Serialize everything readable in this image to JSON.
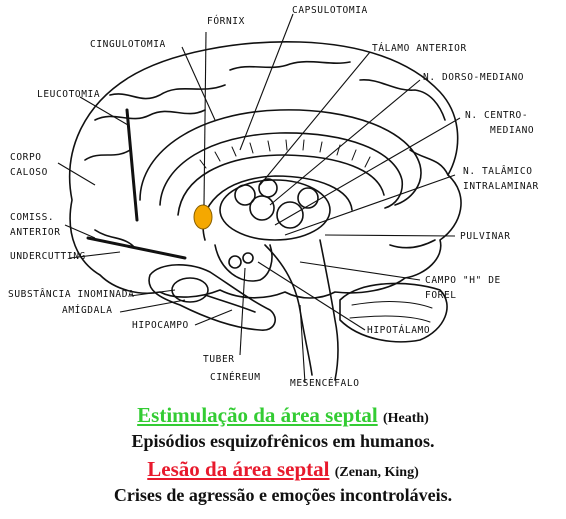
{
  "labels": {
    "fornix": "FÓRNIX",
    "capsulotomia": "CAPSULOTOMIA",
    "cingulotomia": "CINGULOTOMIA",
    "talamo_anterior": "TÁLAMO ANTERIOR",
    "n_dorso_mediano": "N. DORSO-MEDIANO",
    "leucotomia": "LEUCOTOMIA",
    "n_centro_mediano_1": "N. CENTRO-",
    "n_centro_mediano_2": "MEDIANO",
    "corpo_caloso_1": "CORPO",
    "corpo_caloso_2": "CALOSO",
    "n_talamico_1": "N. TALÂMICO",
    "n_talamico_2": "INTRALAMINAR",
    "comiss_1": "COMISS.",
    "comiss_2": "ANTERIOR",
    "pulvinar": "PULVINAR",
    "undercutting": "UNDERCUTTING",
    "campo_1": "CAMPO \"H\" DE",
    "campo_2": "FOREL",
    "substancia": "SUBSTÂNCIA INOMINADA",
    "amigdala": "AMÍGDALA",
    "hipocampo": "HIPOCAMPO",
    "hipotalamo": "HIPOTÁLAMO",
    "tuber_1": "TUBER",
    "tuber_2": "CINÉREUM",
    "mesencefalo": "MESENCÉFALO"
  },
  "colors": {
    "septal_marker": "#f5a800",
    "title_green": "#33cc33",
    "title_red": "#e8192c"
  },
  "caption": {
    "line1_title": "Estimulação da área septal",
    "line1_author": "(Heath)",
    "line2": "Episódios esquizofrênicos em humanos.",
    "line3_title": "Lesão da área septal",
    "line3_author": "(Zenan, King)",
    "line4": "Crises de agressão e emoções incontroláveis."
  }
}
